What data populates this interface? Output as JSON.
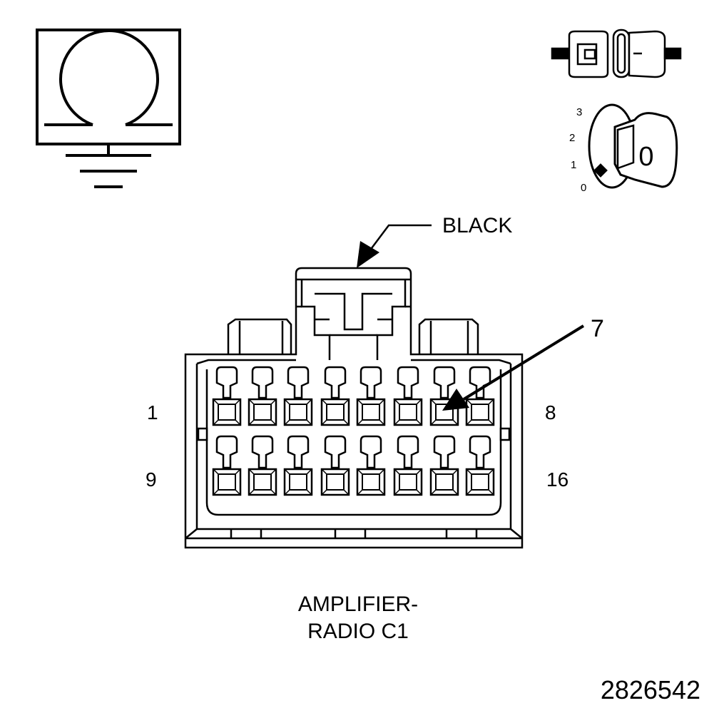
{
  "connector": {
    "color_label": "BLACK",
    "callout_pin": "7",
    "row1_start": "1",
    "row1_end": "8",
    "row2_start": "9",
    "row2_end": "16",
    "name_line1": "AMPLIFIER-",
    "name_line2": "RADIO C1"
  },
  "ignition": {
    "positions": [
      "3",
      "2",
      "1",
      "0"
    ],
    "key_position": "0"
  },
  "figure_id": "2826542",
  "icons": {
    "meter": "ohmmeter-ground-icon",
    "connector": "disconnect-connector-icon",
    "ignition": "ignition-key-off-icon"
  }
}
